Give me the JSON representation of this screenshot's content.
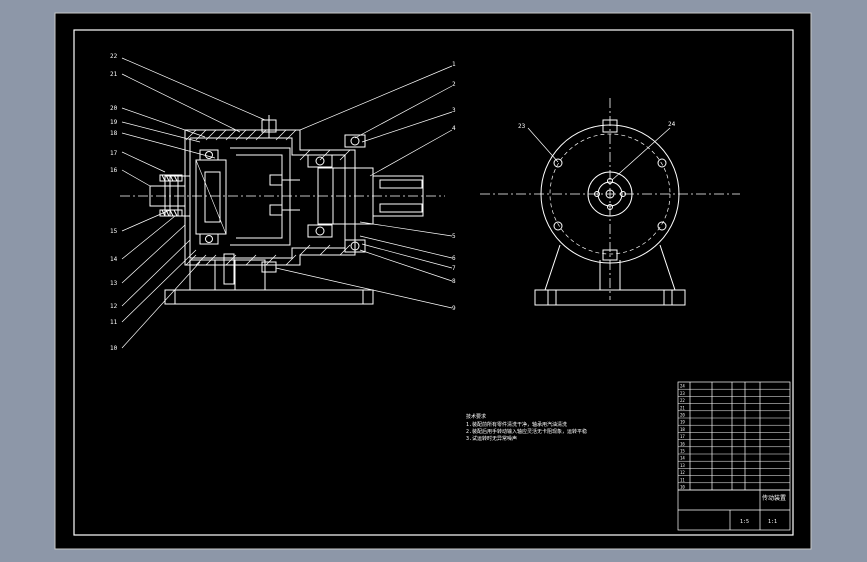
{
  "theme": {
    "window_bg": "#8d97a8",
    "sheet_bg": "#000000",
    "line_color": "#ffffff",
    "accent_yellow": "#ffff00"
  },
  "callouts_left": [
    "22",
    "21",
    "20",
    "19",
    "18",
    "17",
    "16",
    "15",
    "14",
    "13",
    "12",
    "11",
    "10"
  ],
  "callouts_right": [
    "1",
    "2",
    "3",
    "4",
    "5",
    "6",
    "7",
    "8",
    "9"
  ],
  "callouts_side": [
    "23",
    "24"
  ],
  "notes": {
    "heading": "技术要求",
    "line1": "1.装配前所有零件清洗干净，轴承用汽油清洗",
    "line2": "2.装配后用手转动输入轴应灵活无卡阻现象，运转平稳",
    "line3": "3.试运转时无异常噪声"
  },
  "title_block": {
    "drawing_name": "传动装置",
    "scale": "1:5",
    "sheet": "1:1",
    "parts_rows": [
      "24",
      "23",
      "22",
      "21",
      "20",
      "19",
      "18",
      "17",
      "16",
      "15",
      "14",
      "13",
      "12",
      "11",
      "10"
    ]
  }
}
